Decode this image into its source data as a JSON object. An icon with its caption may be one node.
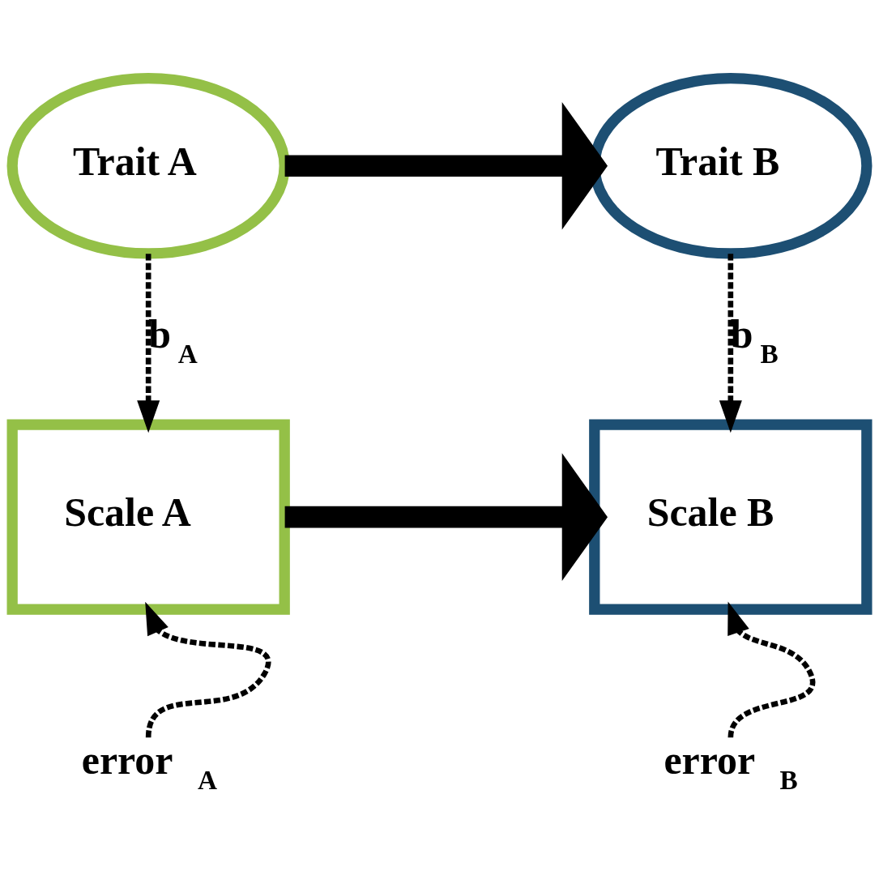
{
  "diagram": {
    "nodes": [
      {
        "text": [
          "Trait A"
        ]
      },
      {
        "text": [
          "Trait B"
        ]
      },
      {
        "text": [
          "Scale A"
        ]
      },
      {
        "text": [
          "Scale B"
        ]
      },
      {
        "text": [
          "error$_{A}$"
        ]
      },
      {
        "text": [
          "error$_{B}$"
        ]
      }
    ],
    "edges": [
      {
        "from": 0,
        "to": 1,
        "arrow": "to",
        "style": "thick"
      },
      {
        "from": 0,
        "to": 2,
        "arrow": "to",
        "style": "dashed",
        "label": "b$_{A}$"
      },
      {
        "from": 1,
        "to": 3,
        "arrow": "to",
        "style": "dashed",
        "label": "b$_{B}$"
      },
      {
        "from": 2,
        "to": 3,
        "arrow": "to",
        "style": "thick"
      },
      {
        "from": 4,
        "to": 2,
        "arrow": "to",
        "style": "dashed"
      },
      {
        "from": 5,
        "to": 3,
        "arrow": "to",
        "style": "dashed"
      }
    ]
  }
}
